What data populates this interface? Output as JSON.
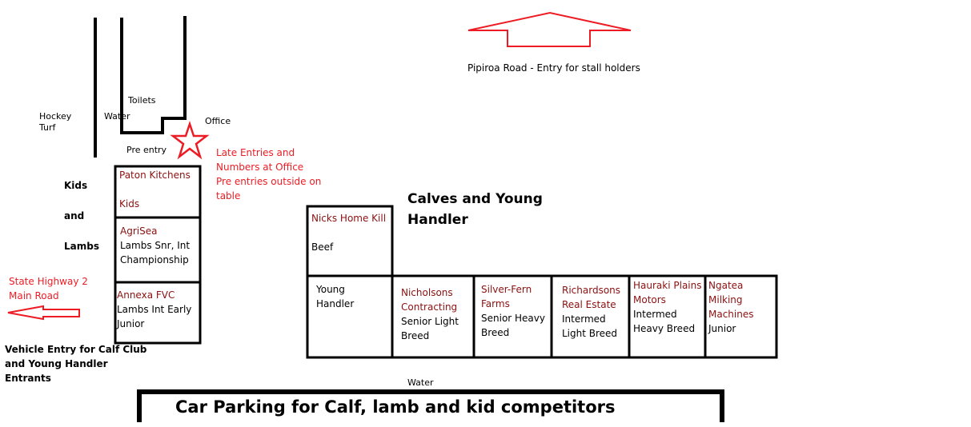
{
  "title": "Calf Club site map",
  "colors": {
    "red": "#ed1c24",
    "sponsor": "#8b1010",
    "line": "#000000"
  },
  "top": {
    "road_label": "Pipiroa Road - Entry for stall holders"
  },
  "labels": {
    "hockey_turf": [
      "Hockey",
      "Turf"
    ],
    "toilets": "Toilets",
    "water_top": "Water",
    "office": "Office",
    "pre_entry": "Pre entry",
    "late_entries": [
      "Late Entries and",
      "Numbers at Office",
      "Pre entries outside on",
      "table"
    ],
    "kids_and_lambs": [
      "Kids",
      "and",
      "Lambs"
    ],
    "state_highway": [
      "State Highway 2",
      "Main Road"
    ],
    "vehicle_entry": [
      "Vehicle Entry for Calf Club",
      "and Young Handler",
      "Entrants"
    ],
    "calves_heading": [
      "Calves and Young",
      "Handler"
    ],
    "water_bottom": "Water",
    "parking": "Car Parking for Calf, lamb and kid competitors"
  },
  "left_pens": [
    {
      "sponsor": "Paton Kitchens",
      "class": "Kids"
    },
    {
      "sponsor": "AgriSea",
      "class": [
        "Lambs Snr, Int",
        "Championship"
      ]
    },
    {
      "sponsor": "Annexa FVC",
      "class": [
        "Lambs Int Early",
        "Junior"
      ]
    }
  ],
  "calf_pens": {
    "nicks": {
      "sponsor": "Nicks Home Kill",
      "class": "Beef"
    },
    "young_handler": [
      "Young",
      "Handler"
    ],
    "row": [
      {
        "sponsor": [
          "Nicholsons",
          "Contracting"
        ],
        "class": [
          "Senior Light",
          "Breed"
        ]
      },
      {
        "sponsor": [
          "Silver-Fern",
          "Farms"
        ],
        "class": [
          "Senior Heavy",
          "Breed"
        ]
      },
      {
        "sponsor": [
          "Richardsons",
          "Real Estate"
        ],
        "class": [
          "Intermed",
          "Light Breed"
        ]
      },
      {
        "sponsor": [
          "Hauraki Plains",
          "Motors"
        ],
        "class": [
          "Intermed",
          "Heavy Breed"
        ]
      },
      {
        "sponsor": [
          "Ngatea",
          "Milking",
          "Machines"
        ],
        "class": [
          "Junior"
        ]
      }
    ]
  }
}
